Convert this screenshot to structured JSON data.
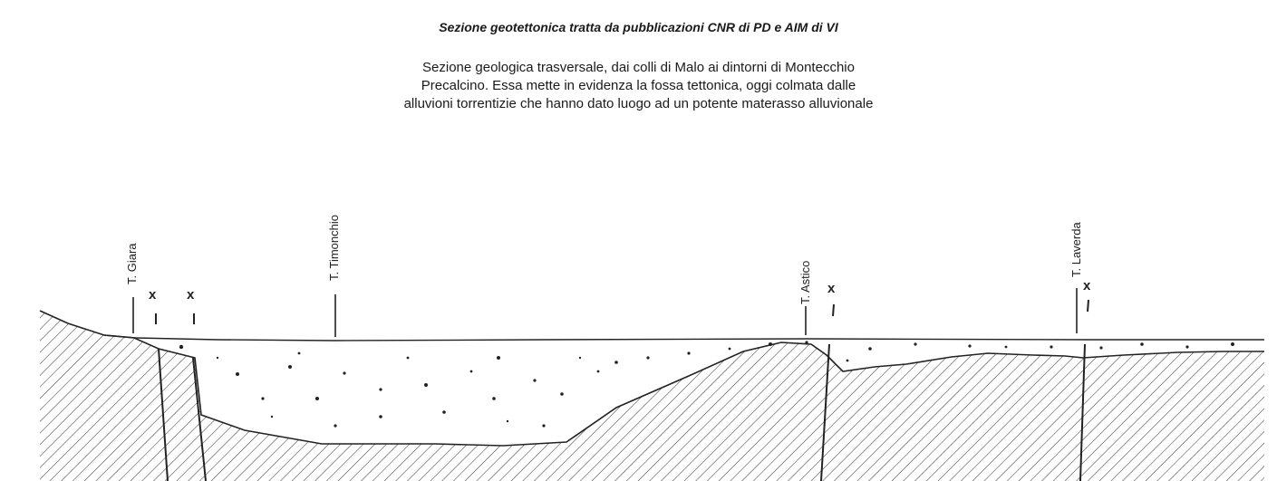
{
  "header": {
    "title": "Sezione geotettonica tratta da pubblicazioni CNR di PD e AIM di VI",
    "description_lines": [
      "Sezione geologica trasversale, dai colli di Malo ai dintorni di Montecchio",
      "Precalcino. Essa mette in evidenza la fossa tettonica, oggi colmata dalle",
      "alluvioni torrentizie che hanno dato luogo ad un potente materasso alluvionale"
    ]
  },
  "section": {
    "rivers": [
      {
        "label": "T. Giara"
      },
      {
        "label": "T. Timonchio"
      },
      {
        "label": "T. Astico"
      },
      {
        "label": "T. Laverda"
      }
    ],
    "well_marker": "x",
    "colors": {
      "ink": "#222222",
      "background": "#ffffff"
    }
  }
}
